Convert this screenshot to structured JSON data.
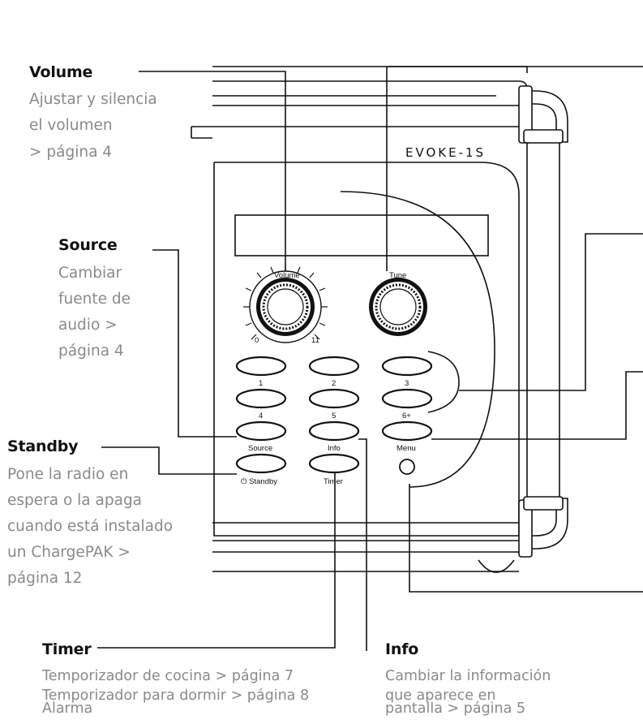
{
  "device": {
    "brand": "EVOKE-1S",
    "knob_labels": {
      "volume": "Volume",
      "tune": "Tune",
      "min": "0",
      "max": "11"
    },
    "buttons": [
      "1",
      "2",
      "3",
      "4",
      "5",
      "6+"
    ],
    "bottom_buttons": {
      "source": "Source",
      "info": "Info",
      "menu": "Menu",
      "standby": "⏻ Standby",
      "timer": "Timer"
    }
  },
  "callouts": {
    "volume": {
      "title": "Volume",
      "lines": [
        "Ajustar y silencia",
        "el volumen",
        "> página 4"
      ]
    },
    "source": {
      "title": "Source",
      "lines": [
        "Cambiar",
        "fuente de",
        "audio >",
        "página 4"
      ]
    },
    "standby": {
      "title": "Standby",
      "lines": [
        "Pone la radio en",
        "espera o la apaga",
        "cuando está instalado",
        "un ChargePAK >",
        "página 12"
      ]
    },
    "timer": {
      "title": "Timer",
      "lines": [
        "Temporizador de cocina > página 7",
        "Temporizador para dormir >  página 8",
        "Alarma"
      ]
    },
    "info": {
      "title": "Info",
      "lines": [
        "Cambiar la información",
        "que aparece en",
        "pantalla > página 5"
      ]
    }
  }
}
